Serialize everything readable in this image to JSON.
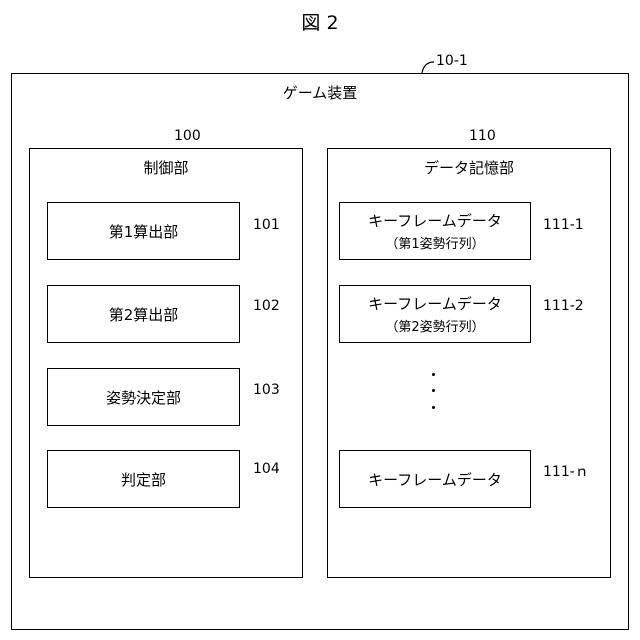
{
  "figure_title": "図 2",
  "device": {
    "label": "ゲーム装置",
    "ref": "10-1"
  },
  "control_unit": {
    "label": "制御部",
    "ref": "100",
    "items": [
      {
        "label": "第1算出部",
        "ref": "101"
      },
      {
        "label": "第2算出部",
        "ref": "102"
      },
      {
        "label": "姿勢決定部",
        "ref": "103"
      },
      {
        "label": "判定部",
        "ref": "104"
      }
    ]
  },
  "data_storage": {
    "label": "データ記憶部",
    "ref": "110",
    "items": [
      {
        "label": "キーフレームデータ",
        "sub": "（第1姿勢行列）",
        "ref": "111-1"
      },
      {
        "label": "キーフレームデータ",
        "sub": "（第2姿勢行列）",
        "ref": "111-2"
      },
      {
        "label": "キーフレームデータ",
        "sub": "",
        "ref": "111-ｎ"
      }
    ]
  }
}
